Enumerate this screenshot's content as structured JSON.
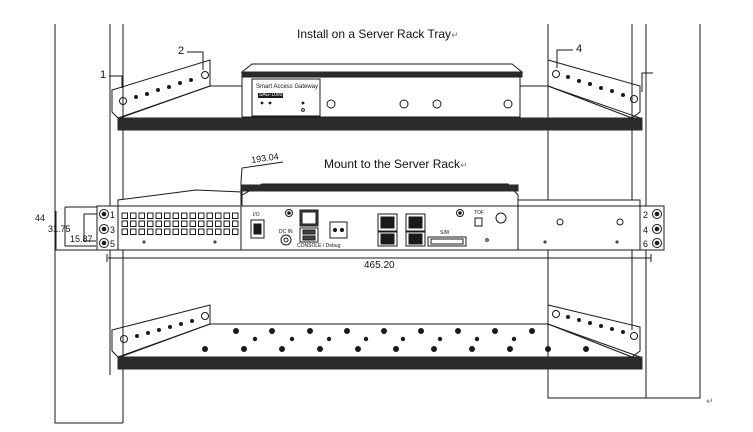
{
  "diagram": {
    "top_title": "Install on a Server Rack Tray",
    "mid_title": "Mount to the Server Rack",
    "device_name": "Smart Access Gateway",
    "device_badge": "SAG-1000",
    "callouts": [
      "1",
      "2",
      "4"
    ],
    "dimension_angle": "193.04",
    "dimension_width": "465.20",
    "dimension_heights": [
      "44",
      "31.75",
      "15.87"
    ],
    "ear_hole_labels_left": [
      "1",
      "3",
      "5"
    ],
    "ear_hole_labels_right": [
      "2",
      "4",
      "6"
    ],
    "port_labels": {
      "power_switch": "I/O",
      "dc_in": "DC IN",
      "console_usb": "CONSOLE / Debug",
      "tof": "TOF",
      "sim": "SIM"
    },
    "colors": {
      "line": "#1a1a1a",
      "tray_band": "#2b2b2b",
      "background": "#ffffff"
    }
  }
}
